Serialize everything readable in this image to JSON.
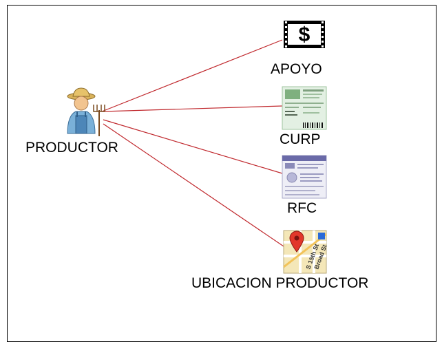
{
  "diagram": {
    "root": {
      "label": "PRODUCTOR",
      "icon": "farmer-with-pitchfork-icon"
    },
    "children": [
      {
        "id": "apoyo",
        "label": "APOYO",
        "icon": "dollar-bill-icon"
      },
      {
        "id": "curp",
        "label": "CURP",
        "icon": "curp-document-icon"
      },
      {
        "id": "rfc",
        "label": "RFC",
        "icon": "rfc-document-icon"
      },
      {
        "id": "ubicacion",
        "label": "UBICACION PRODUCTOR",
        "icon": "map-pin-icon"
      }
    ],
    "edge_color": "#c0282d"
  }
}
